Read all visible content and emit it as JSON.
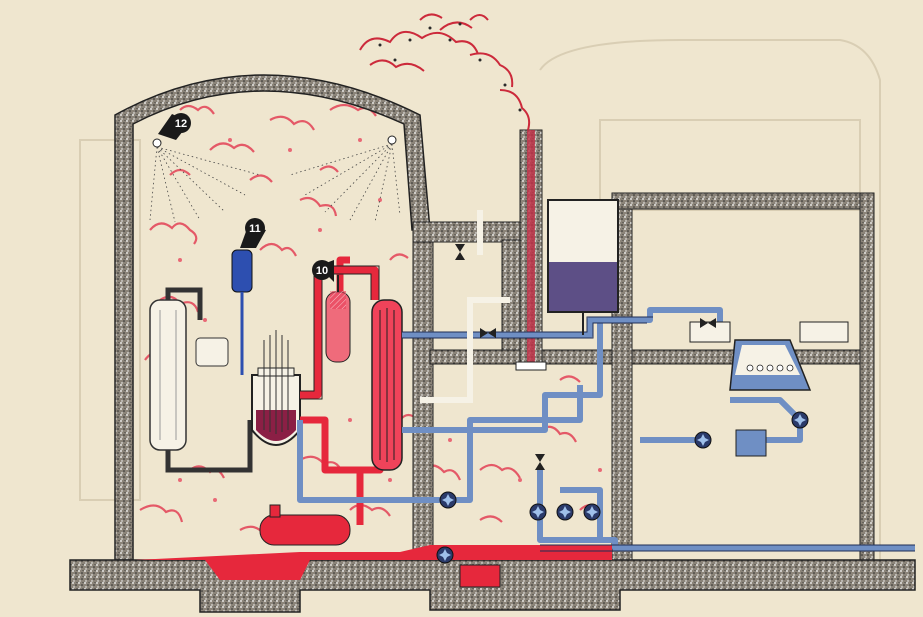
{
  "markers": [
    {
      "id": "marker-10",
      "label": "10"
    },
    {
      "id": "marker-11",
      "label": "11"
    },
    {
      "id": "marker-12",
      "label": "12"
    }
  ],
  "colors": {
    "background": "#efe6cf",
    "concrete": "#7d766a",
    "primary_loop": "#e8283c",
    "secondary_loop": "#6f8fc4",
    "tank_liquid": "#5d4f86",
    "steam": "#d72a3a"
  },
  "icons": [
    "spray-nozzle-icon",
    "pump-icon",
    "valve-icon",
    "smoke-cloud-icon"
  ]
}
